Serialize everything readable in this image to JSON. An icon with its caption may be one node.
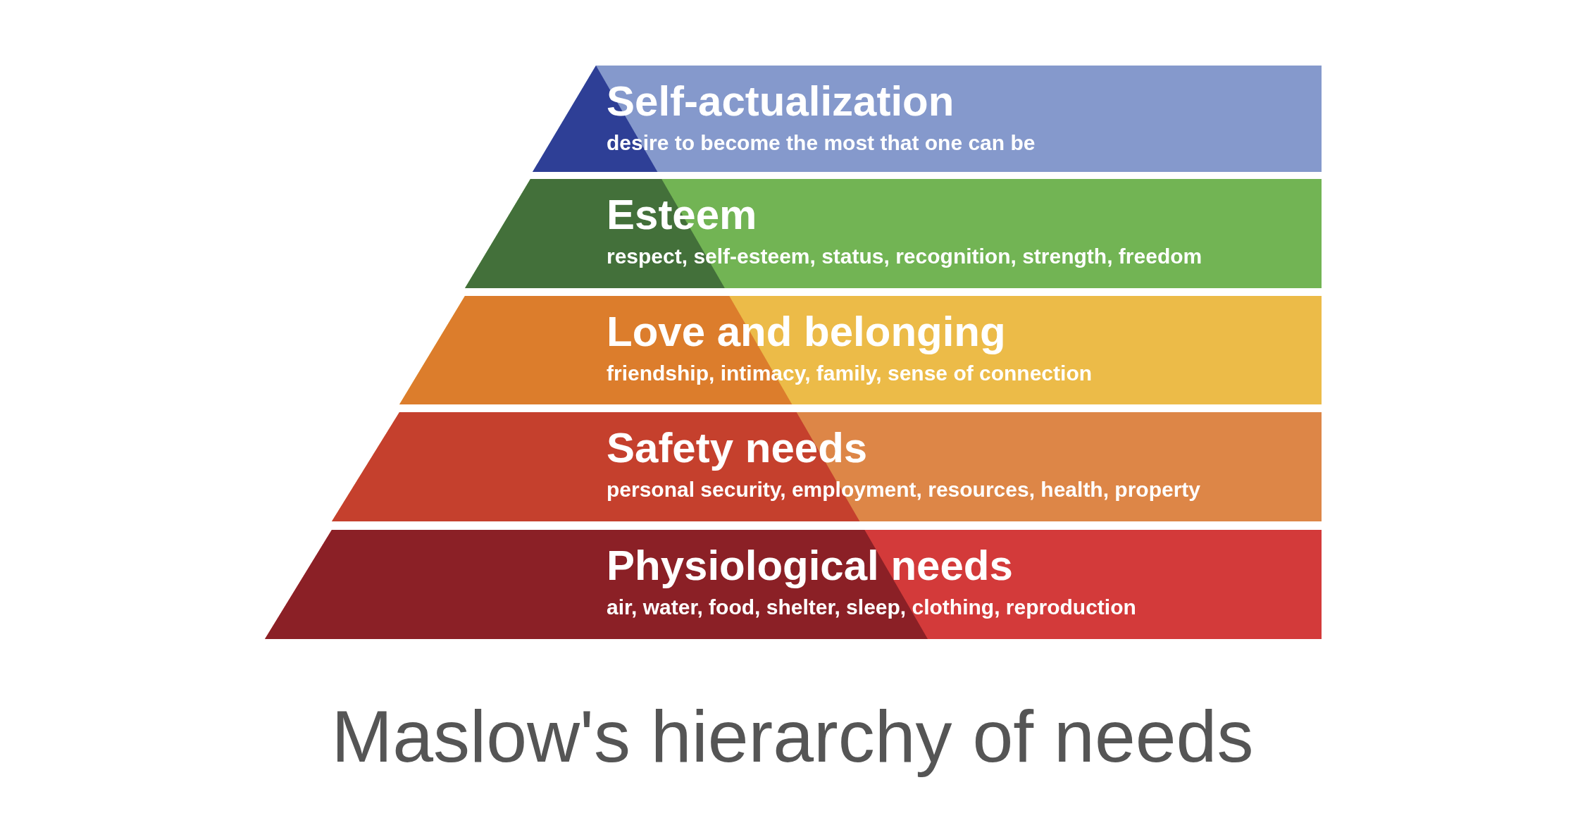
{
  "diagram": {
    "title": "Maslow's hierarchy of needs",
    "nodes": [
      {
        "text": [
          "Self-actualization",
          "desire to become the most that one can be"
        ]
      },
      {
        "text": [
          "Esteem",
          "respect, self-esteem, status, recognition, strength, freedom"
        ]
      },
      {
        "text": [
          "Love and belonging",
          "friendship, intimacy, family, sense of connection"
        ]
      },
      {
        "text": [
          "Safety needs",
          "personal security, employment, resources, health, property"
        ]
      },
      {
        "text": [
          "Physiological needs",
          "air, water, food, shelter, sleep, clothing, reproduction"
        ]
      }
    ],
    "edges": []
  }
}
